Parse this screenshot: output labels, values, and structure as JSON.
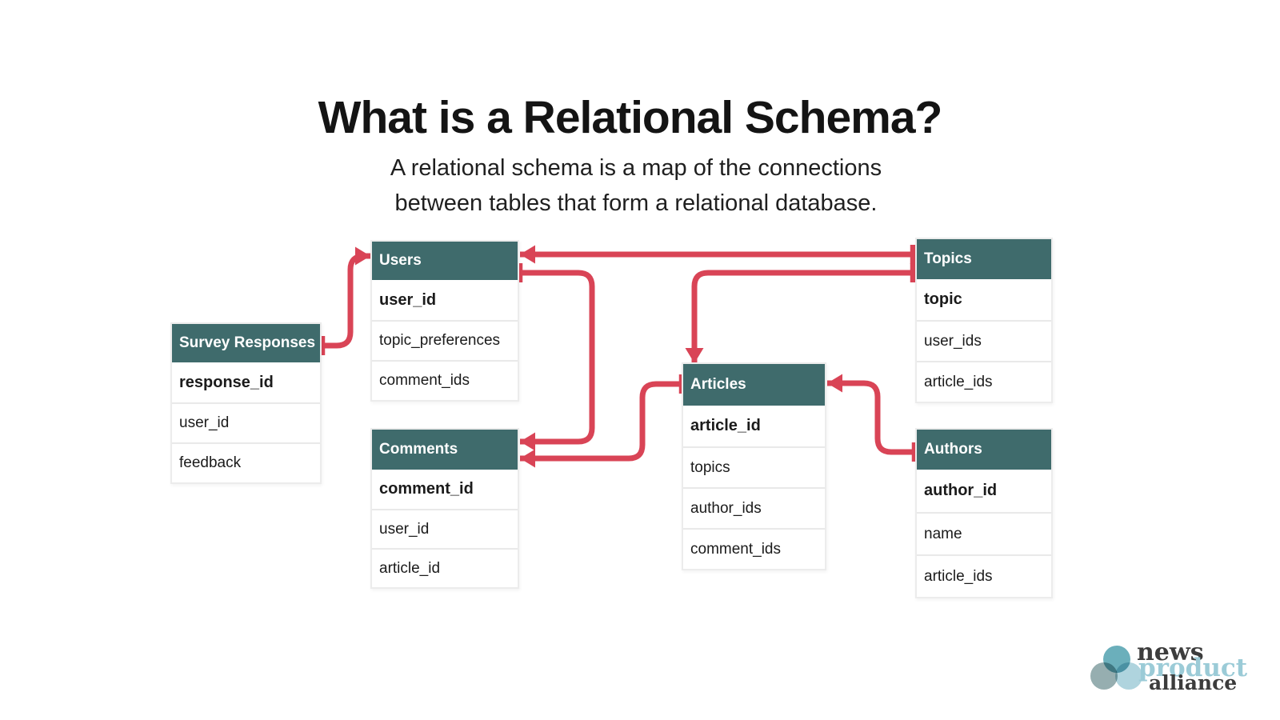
{
  "title": "What is a Relational Schema?",
  "subtitle_line1": "A relational schema is a map of the connections",
  "subtitle_line2": "between tables that form a relational database.",
  "colors": {
    "table_header_bg": "#3F6B6C",
    "arrow": "#D94456",
    "logo_dark": "#3c3c3c",
    "logo_teal": "#9BCBD7"
  },
  "tables": {
    "survey_responses": {
      "title": "Survey Responses",
      "fields": [
        {
          "name": "response_id",
          "key": true
        },
        {
          "name": "user_id"
        },
        {
          "name": "feedback"
        }
      ]
    },
    "users": {
      "title": "Users",
      "fields": [
        {
          "name": "user_id",
          "key": true
        },
        {
          "name": "topic_preferences"
        },
        {
          "name": "comment_ids"
        }
      ]
    },
    "comments": {
      "title": "Comments",
      "fields": [
        {
          "name": "comment_id",
          "key": true
        },
        {
          "name": "user_id"
        },
        {
          "name": "article_id"
        }
      ]
    },
    "articles": {
      "title": "Articles",
      "fields": [
        {
          "name": "article_id",
          "key": true
        },
        {
          "name": "topics"
        },
        {
          "name": "author_ids"
        },
        {
          "name": "comment_ids"
        }
      ]
    },
    "topics": {
      "title": "Topics",
      "fields": [
        {
          "name": "topic",
          "key": true
        },
        {
          "name": "user_ids"
        },
        {
          "name": "article_ids"
        }
      ]
    },
    "authors": {
      "title": "Authors",
      "fields": [
        {
          "name": "author_id",
          "key": true
        },
        {
          "name": "name"
        },
        {
          "name": "article_ids"
        }
      ]
    }
  },
  "connections": [
    {
      "from": "topics",
      "to": "users"
    },
    {
      "from": "users",
      "to": "comments"
    },
    {
      "from": "topics",
      "to": "articles"
    },
    {
      "from": "articles",
      "to": "comments"
    },
    {
      "from": "authors",
      "to": "articles"
    },
    {
      "from": "survey_responses",
      "to": "users"
    }
  ],
  "logo": {
    "line1": "news",
    "line2": "product",
    "line3": "alliance"
  }
}
